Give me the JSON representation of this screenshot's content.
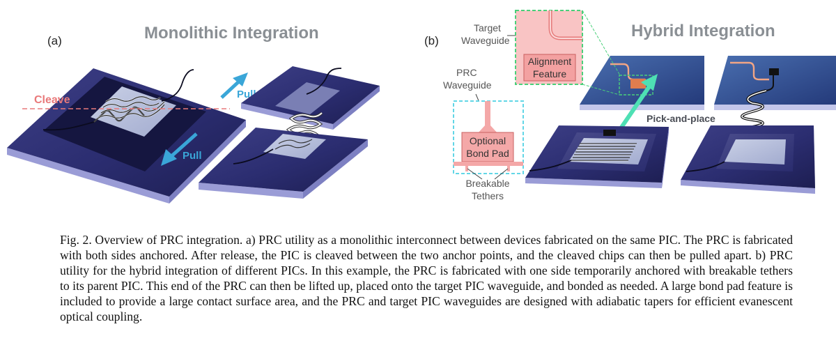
{
  "figure": {
    "panel_a": {
      "label": "(a)",
      "title": "Monolithic Integration",
      "cleave_label": "Cleave",
      "pull_label_top": "Pull",
      "pull_label_bottom": "Pull"
    },
    "panel_b": {
      "label": "(b)",
      "title": "Hybrid Integration",
      "target_waveguide_line1": "Target",
      "target_waveguide_line2": "Waveguide",
      "alignment_feature_line1": "Alignment",
      "alignment_feature_line2": "Feature",
      "prc_waveguide_line1": "PRC",
      "prc_waveguide_line2": "Waveguide",
      "bond_pad_line1": "Optional",
      "bond_pad_line2": "Bond Pad",
      "tethers_line1": "Breakable",
      "tethers_line2": "Tethers",
      "pick_and_place": "Pick-and-place"
    },
    "colors": {
      "chip_top": "#2a2c6e",
      "chip_side": "#9a9cd6",
      "pull_arrow": "#3aa6d8",
      "cleave": "#e9797a",
      "pick_arrow": "#4ee0b4",
      "inset_pink": "#f7b2b2",
      "inset_green_border": "#4ad07a",
      "inset_cyan_border": "#62d6e6"
    }
  },
  "caption": {
    "text": "Fig. 2. Overview of PRC integration. a) PRC utility as a monolithic interconnect between devices fabricated on the same PIC. The PRC is fabricated with both sides anchored. After release, the PIC is cleaved between the two anchor points, and the cleaved chips can then be pulled apart. b) PRC utility for the hybrid integration of different PICs. In this example, the PRC is fabricated with one side temporarily anchored with breakable tethers to its parent PIC. This end of the PRC can then be lifted up, placed onto the target PIC waveguide, and bonded as needed. A large bond pad feature is included to provide a large contact surface area, and the PRC and target PIC waveguides are designed with adiabatic tapers for efficient evanescent optical coupling."
  }
}
